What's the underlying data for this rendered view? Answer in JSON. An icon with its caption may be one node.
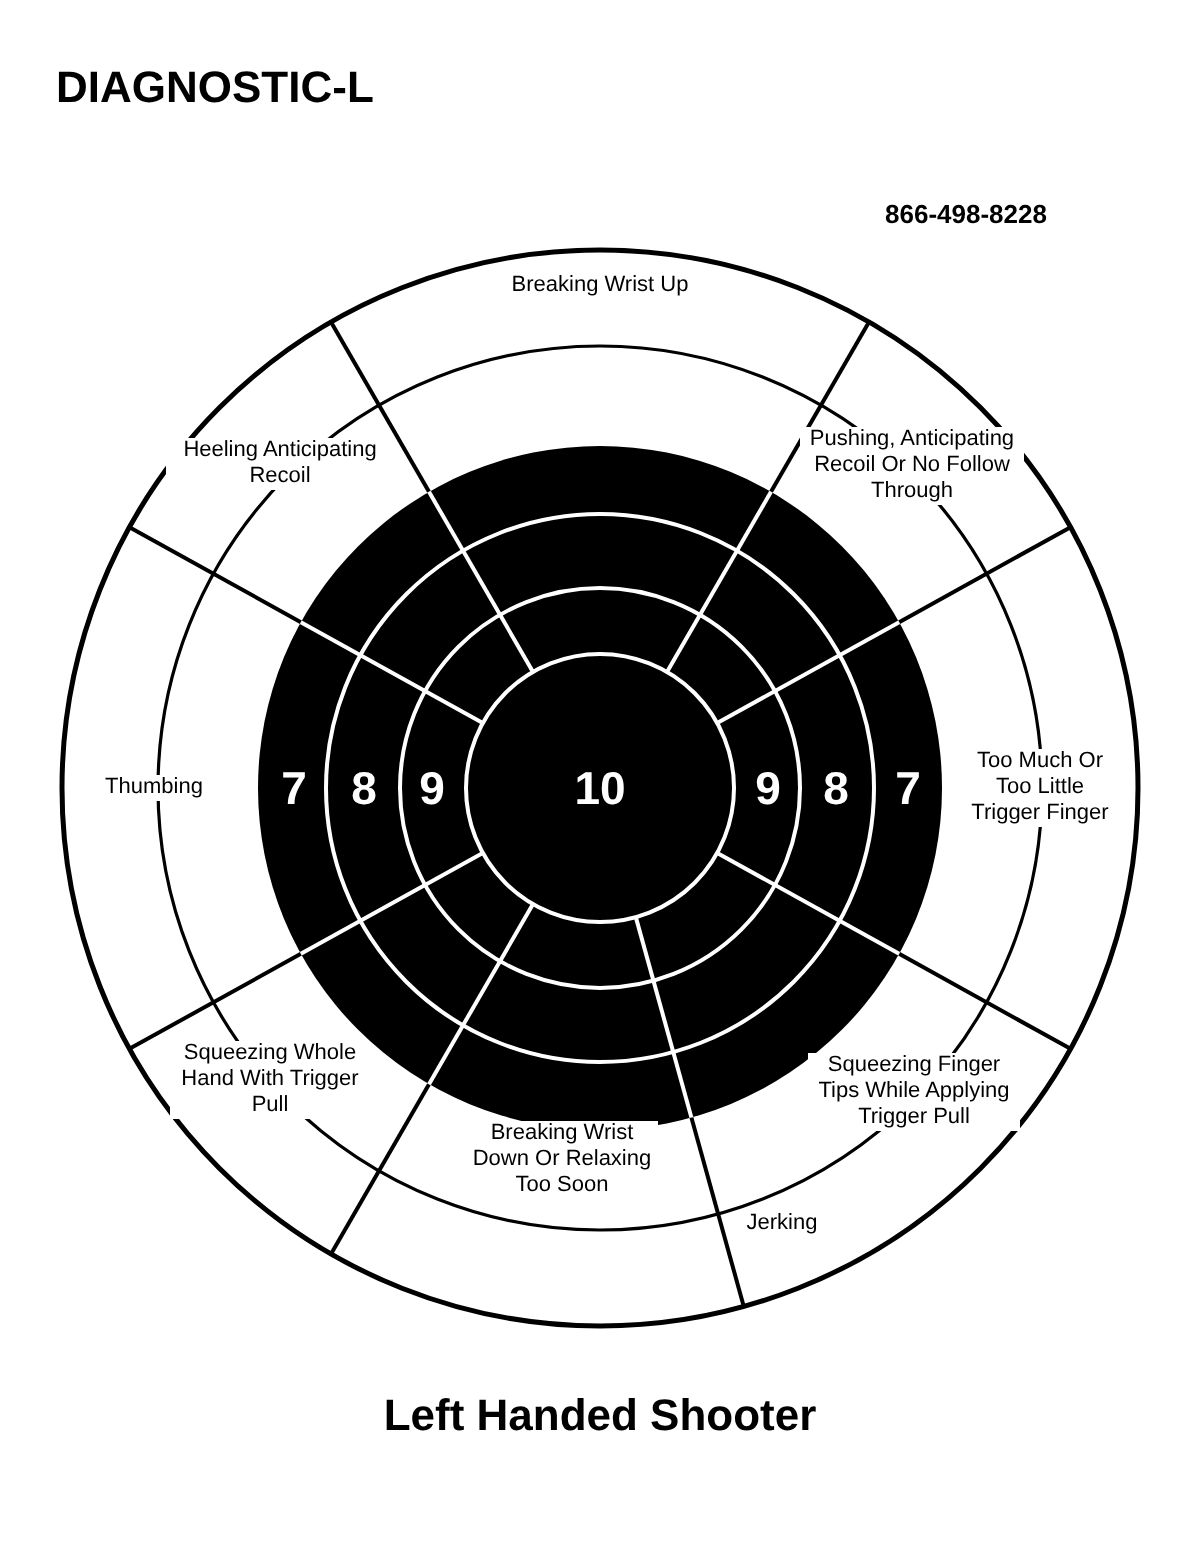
{
  "diagram": {
    "title": "DIAGNOSTIC-L",
    "caption": "Left Handed Shooter",
    "labels": [
      "866-498-8228",
      "Breaking Wrist Up",
      "Heeling Anticipating Recoil",
      "Pushing, Anticipating Recoil Or No Follow Through",
      "Thumbing",
      "7",
      "8",
      "9",
      "10",
      "9",
      "8",
      "7",
      "Too Much Or Too Little Trigger Finger",
      "Squeezing Whole Hand With Trigger Pull",
      "Squeezing Finger Tips While Applying Trigger Pull",
      "Breaking Wrist Down Or Relaxing Too Soon",
      "Jerking"
    ]
  }
}
